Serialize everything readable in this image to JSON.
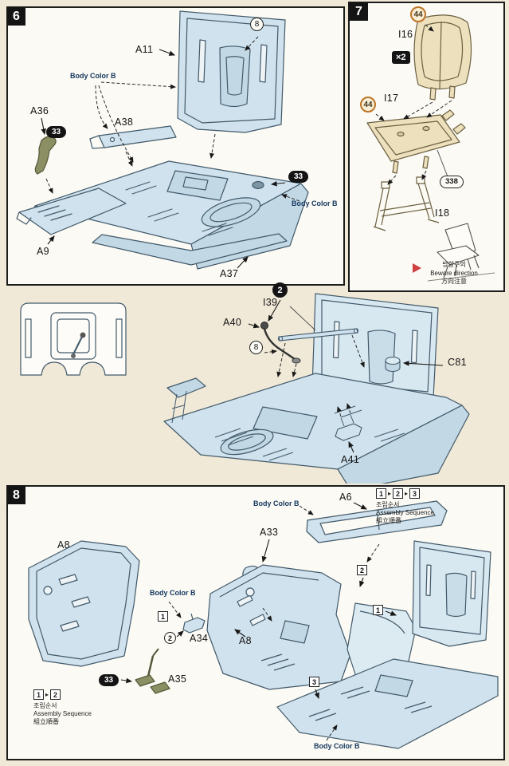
{
  "colors": {
    "paper": "#f0e9d7",
    "panel_bg": "#fbfaf4",
    "part_blue": "#cfe2ed",
    "part_blue_light": "#dcebf2",
    "part_cream": "#ece0bd",
    "part_olive": "#8c8f63",
    "outline": "#42596a",
    "navy_text": "#14365e",
    "badge_black": "#141414",
    "accent_orange": "#bd7427",
    "warn_red": "#cf4040"
  },
  "icons": {
    "sequence_arrow": "▸"
  },
  "step6": {
    "number": "6",
    "parts": {
      "a11": "A11",
      "a36": "A36",
      "a38": "A38",
      "a9": "A9",
      "a37": "A37"
    },
    "paint": {
      "p33a": "33",
      "p33b": "33"
    },
    "body_color": {
      "b1": "Body Color B",
      "b2": "Body Color B"
    },
    "callouts": {
      "c8": "8"
    }
  },
  "step7": {
    "number": "7",
    "parts": {
      "i16": "I16",
      "i17": "I17",
      "i18": "I18"
    },
    "paint": {
      "p44a": "44",
      "p44b": "44"
    },
    "badges": {
      "p338": "338",
      "multiplier": "×2"
    },
    "warning": {
      "ko": "방향주의",
      "en": "Beware direction",
      "ja": "方向注意"
    }
  },
  "mid": {
    "parts": {
      "i39": "I39",
      "a40": "A40",
      "a41": "A41",
      "c81": "C81"
    },
    "callouts": {
      "c2": "2",
      "c8": "8"
    }
  },
  "step8": {
    "number": "8",
    "parts": {
      "a6": "A6",
      "a33": "A33",
      "a8a": "A8",
      "a8b": "A8",
      "a34": "A34",
      "a35": "A35"
    },
    "paint": {
      "p33": "33"
    },
    "body_color": {
      "top": "Body Color B",
      "mid": "Body Color B",
      "bottom": "Body Color B"
    },
    "markers": {
      "left1": "1",
      "left2": "2",
      "right2": "2",
      "right1": "1",
      "bottom3": "3"
    },
    "seq_top": {
      "n1": "1",
      "n2": "2",
      "n3": "3",
      "ko": "조립순서",
      "en": "Assembly Sequence",
      "ja": "組立順番"
    },
    "seq_bottom": {
      "n1": "1",
      "n2": "2",
      "ko": "조립순서",
      "en": "Assembly Sequence",
      "ja": "組立順番"
    }
  }
}
